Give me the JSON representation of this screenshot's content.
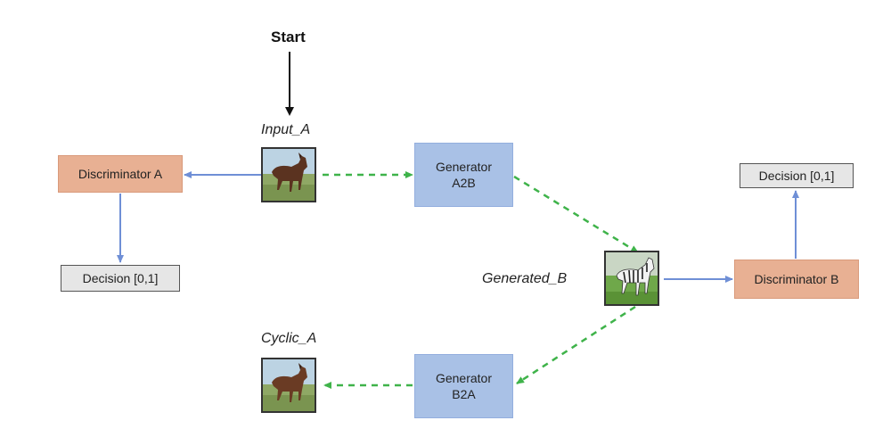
{
  "start_label": "Start",
  "labels": {
    "input_a": "Input_A",
    "generated_b": "Generated_B",
    "cyclic_a": "Cyclic_A"
  },
  "boxes": {
    "discriminator_a": "Discriminator A",
    "discriminator_b": "Discriminator B",
    "generator_a2b_line1": "Generator",
    "generator_a2b_line2": "A2B",
    "generator_b2a_line1": "Generator",
    "generator_b2a_line2": "B2A",
    "decision_a": "Decision [0,1]",
    "decision_b": "Decision [0,1]"
  },
  "images": {
    "input_a": "horse",
    "generated_b": "zebra",
    "cyclic_a": "horse"
  },
  "colors": {
    "discriminator_fill": "#e8b093",
    "generator_fill": "#a9c1e6",
    "decision_fill": "#e6e6e6",
    "blue_arrow": "#6f8fd6",
    "green_dashed_arrow": "#3fb34a",
    "black_arrow": "#111111"
  }
}
